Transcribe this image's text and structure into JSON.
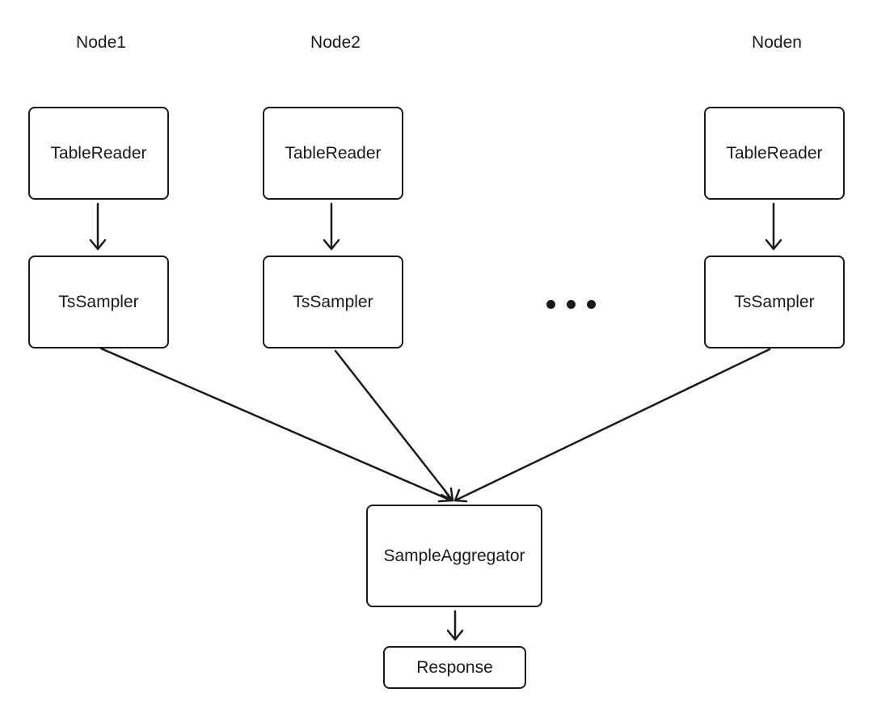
{
  "nodes": [
    {
      "label": "Node1",
      "reader": "TableReader",
      "sampler": "TsSampler"
    },
    {
      "label": "Node2",
      "reader": "TableReader",
      "sampler": "TsSampler"
    },
    {
      "label": "Noden",
      "reader": "TableReader",
      "sampler": "TsSampler"
    }
  ],
  "aggregator": {
    "label": "SampleAggregator"
  },
  "response": {
    "label": "Response"
  },
  "ellipsis_icon": "ellipsis-icon"
}
